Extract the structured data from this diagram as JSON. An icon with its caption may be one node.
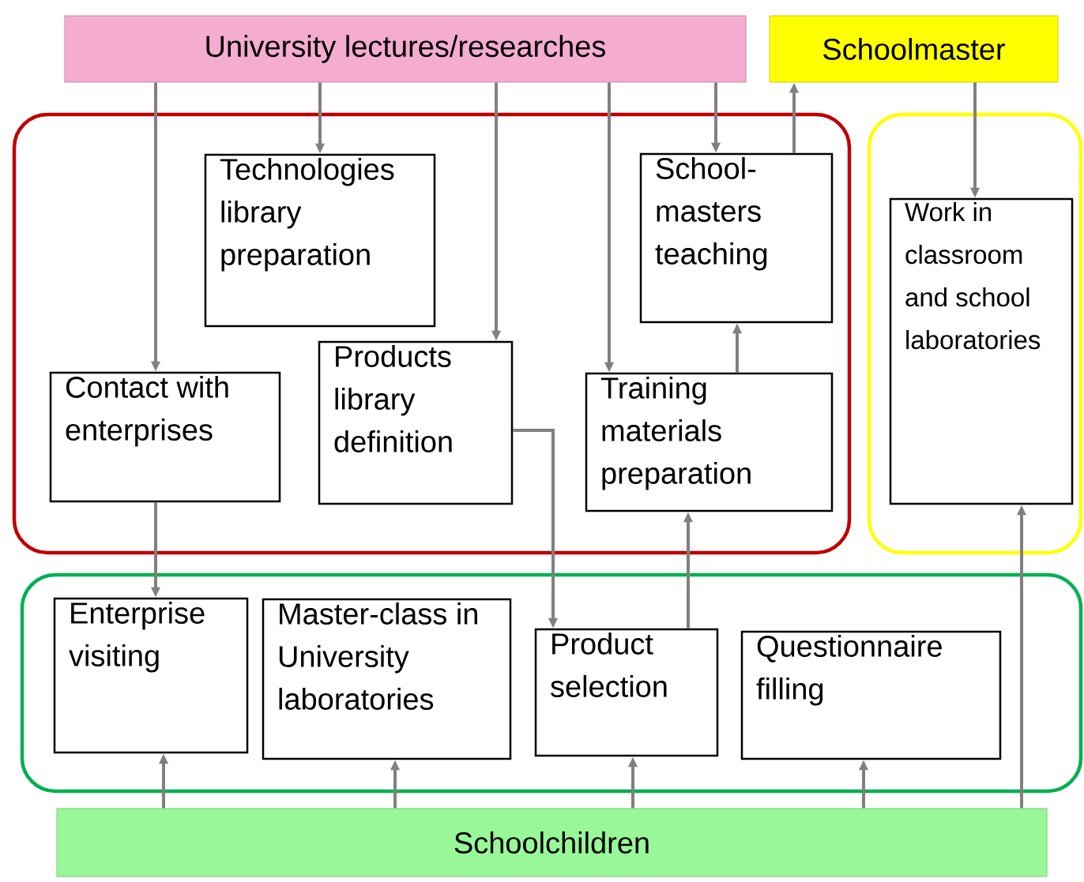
{
  "diagram": {
    "nodes": [
      {
        "text": [
          "University lectures/researches"
        ]
      },
      {
        "text": [
          "Schoolmaster"
        ]
      },
      {
        "text": [],
        "shape": "box"
      },
      {
        "text": [
          "Technologies library preparation"
        ],
        "in": 2
      },
      {
        "text": [
          "School-masters teaching"
        ],
        "in": 2
      },
      {
        "text": [
          "Contact with enterprises"
        ],
        "in": 2
      },
      {
        "text": [
          "Products library definition"
        ],
        "in": 2
      },
      {
        "text": [
          "Training materials preparation"
        ],
        "in": 2
      },
      {
        "text": [],
        "shape": "box"
      },
      {
        "text": [
          "Work in classroom and school laboratories"
        ],
        "in": 8
      },
      {
        "text": [],
        "shape": "box"
      },
      {
        "text": [
          "Enterprise visiting"
        ],
        "in": 10
      },
      {
        "text": [
          "Master-class in University laboratories"
        ],
        "in": 10
      },
      {
        "text": [
          "Product selection"
        ],
        "in": 10
      },
      {
        "text": [
          "Questionnaire filling"
        ],
        "in": 10
      },
      {
        "text": [
          "Schoolchildren"
        ]
      }
    ],
    "edges": [
      {
        "from": 0,
        "to": 5,
        "arrow": "to"
      },
      {
        "from": 0,
        "to": 3,
        "arrow": "to"
      },
      {
        "from": 0,
        "to": 6,
        "arrow": "to"
      },
      {
        "from": 0,
        "to": 7,
        "arrow": "to"
      },
      {
        "from": 0,
        "to": 4,
        "arrow": "to"
      },
      {
        "from": 4,
        "to": 1,
        "arrow": "to"
      },
      {
        "from": 1,
        "to": 9,
        "arrow": "to"
      },
      {
        "from": 7,
        "to": 4,
        "arrow": "to"
      },
      {
        "from": 5,
        "to": 11,
        "arrow": "to"
      },
      {
        "from": 6,
        "to": 13,
        "arrow": "to"
      },
      {
        "from": 13,
        "to": 7,
        "arrow": "to"
      },
      {
        "from": 15,
        "to": 11,
        "arrow": "to"
      },
      {
        "from": 15,
        "to": 12,
        "arrow": "to"
      },
      {
        "from": 15,
        "to": 13,
        "arrow": "to"
      },
      {
        "from": 15,
        "to": 14,
        "arrow": "to"
      },
      {
        "from": 15,
        "to": 9,
        "arrow": "to"
      }
    ]
  }
}
